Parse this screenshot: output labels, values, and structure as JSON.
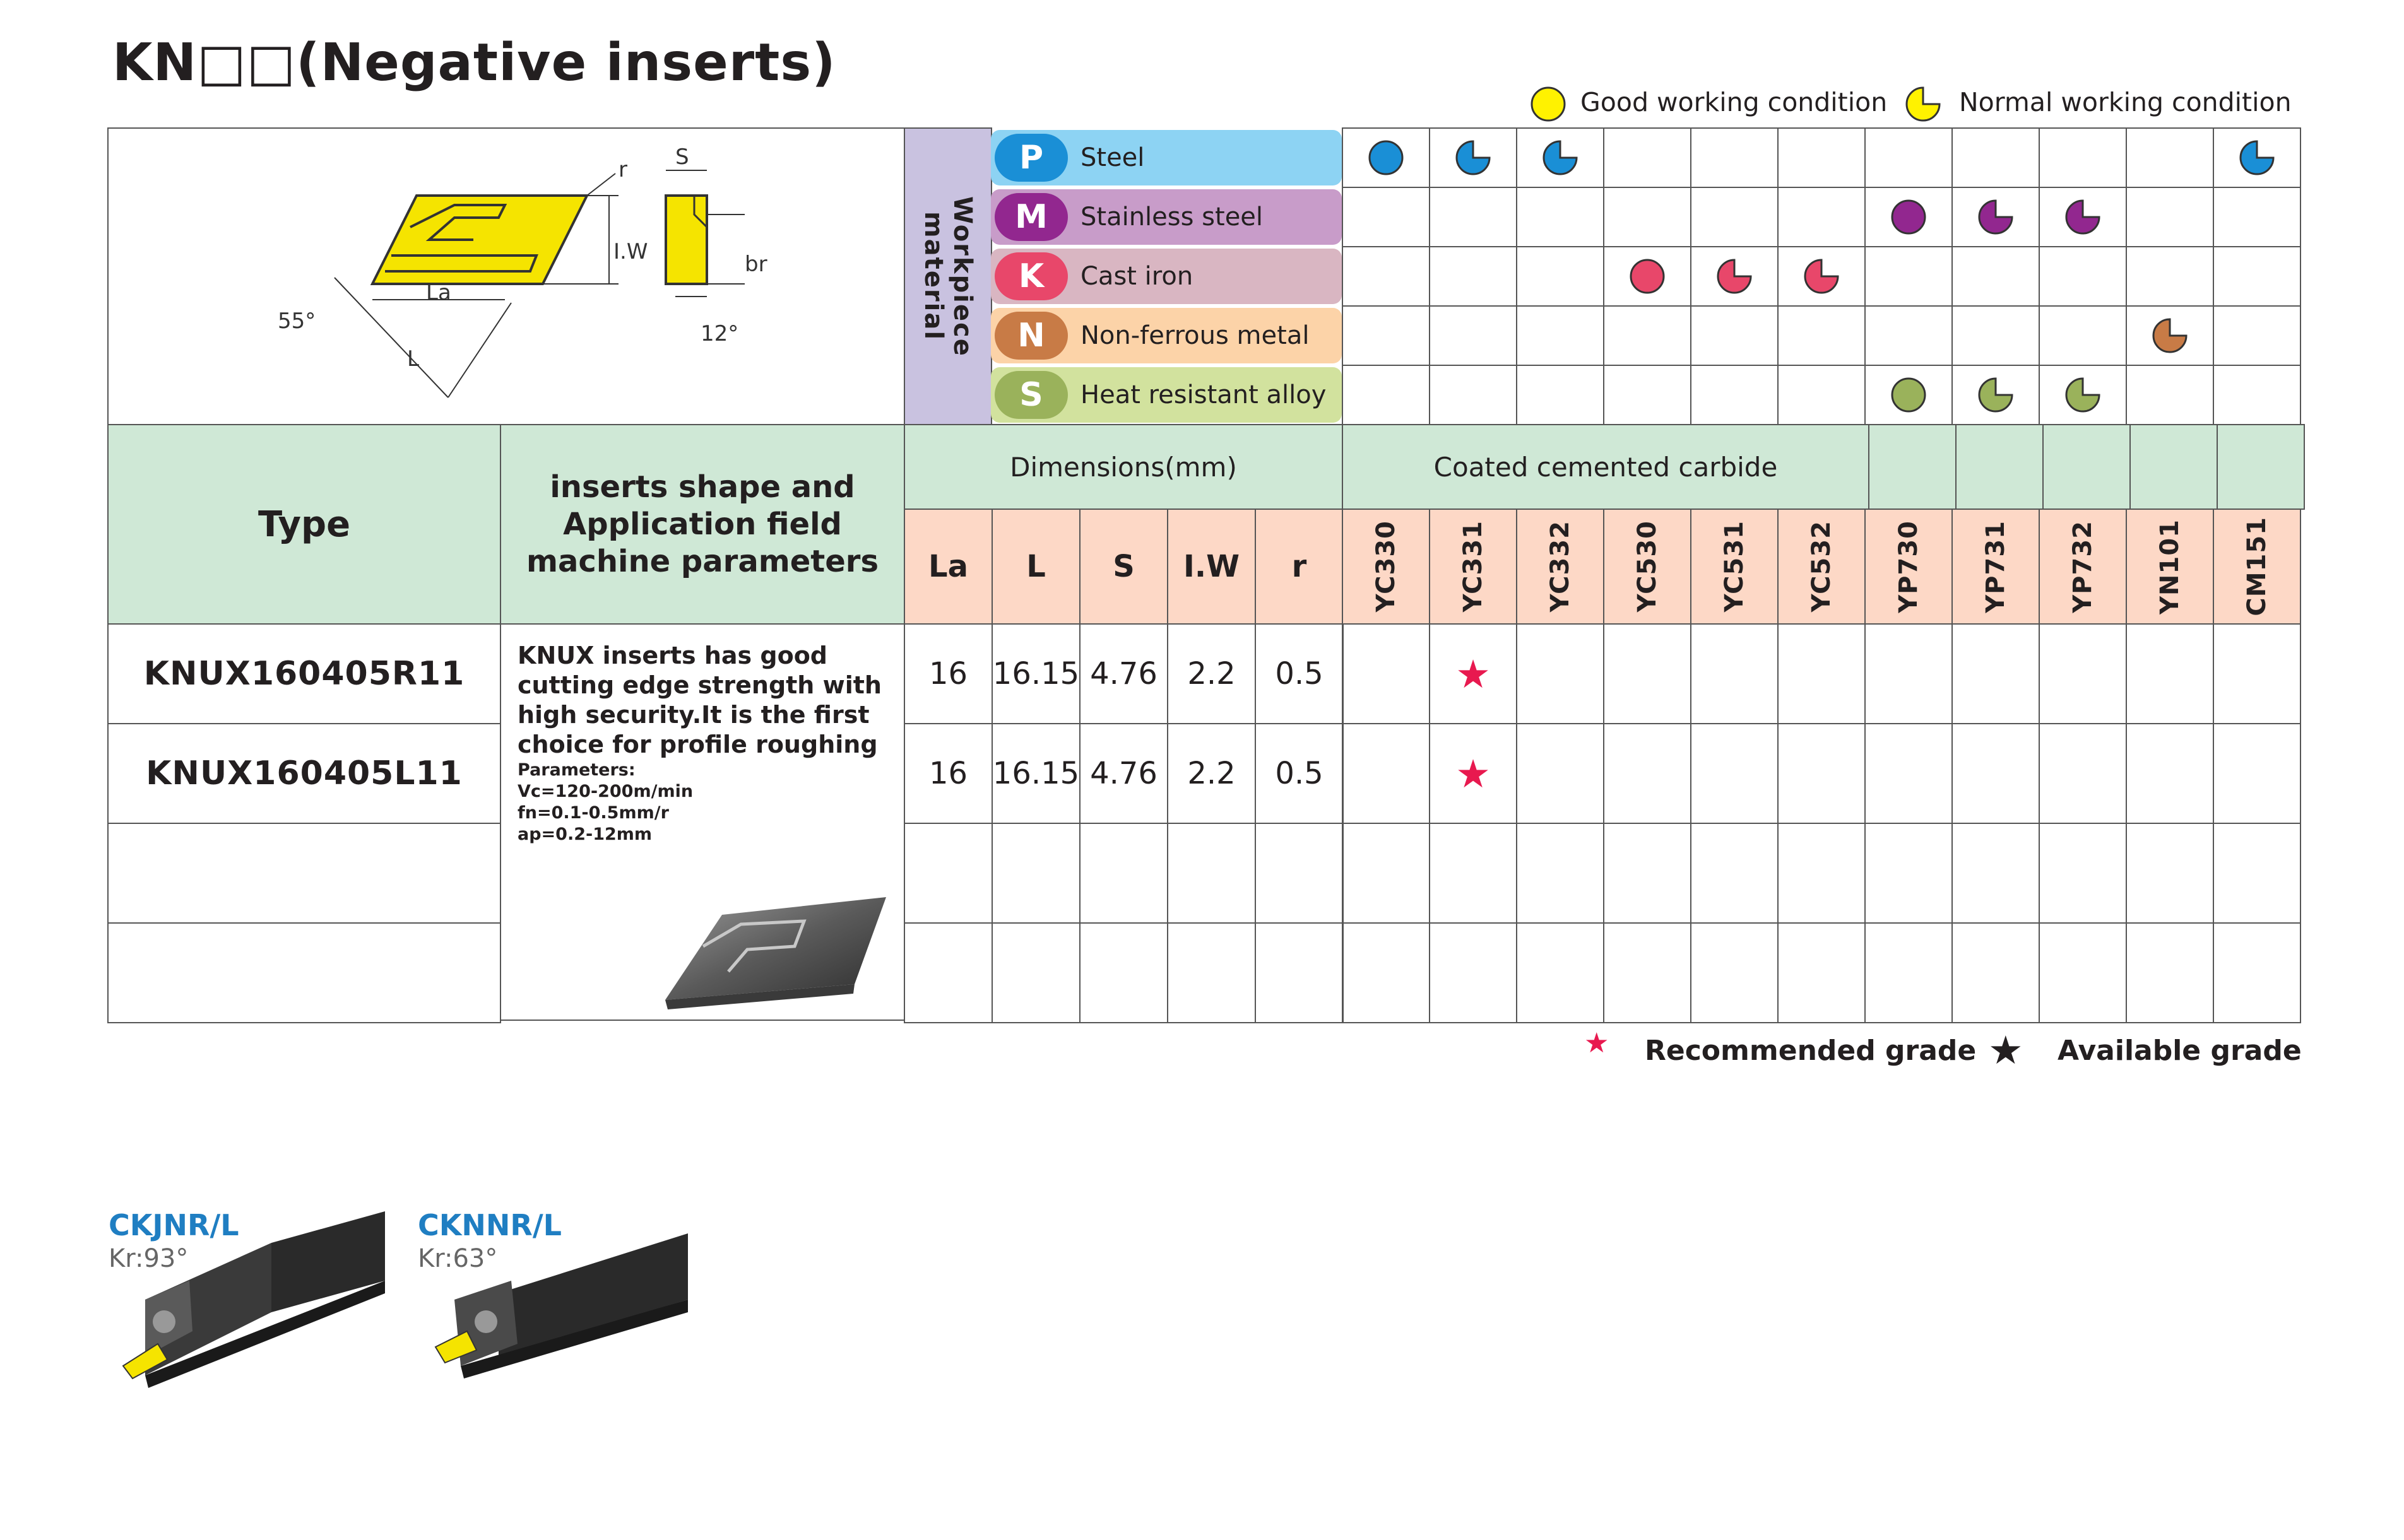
{
  "title": "KN□□(Negative inserts)",
  "legend": {
    "good": "Good working condition",
    "normal": "Normal working condition"
  },
  "drawing_labels": {
    "s": "S",
    "r": "r",
    "iw": "I.W",
    "br": "br",
    "la": "La",
    "l": "L",
    "angle55": "55°",
    "angle12": "12°"
  },
  "workpiece_material_label": "Workpiece material",
  "materials": [
    {
      "code": "P",
      "name": "Steel",
      "color": "#1a8fd6",
      "bg": "#8dd3f3"
    },
    {
      "code": "M",
      "name": "Stainless steel",
      "color": "#92278f",
      "bg": "#c89cc9"
    },
    {
      "code": "K",
      "name": "Cast iron",
      "color": "#e8476a",
      "bg": "#d9b6c2"
    },
    {
      "code": "N",
      "name": "Non-ferrous metal",
      "color": "#c87b46",
      "bg": "#fcd3a8"
    },
    {
      "code": "S",
      "name": "Heat resistant alloy",
      "color": "#9ab25b",
      "bg": "#d2e29e"
    }
  ],
  "headers": {
    "type": "Type",
    "shape": "inserts shape and Application field machine parameters",
    "dimensions": "Dimensions(mm)",
    "coated": "Coated cemented carbide",
    "dim_cols": [
      "La",
      "L",
      "S",
      "I.W",
      "r"
    ],
    "grades": [
      "YC330",
      "YC331",
      "YC332",
      "YC530",
      "YC531",
      "YC532",
      "YP730",
      "YP731",
      "YP732",
      "YN101",
      "CM151"
    ]
  },
  "suitability": [
    [
      "good",
      "normal",
      "normal",
      "",
      "",
      "",
      "",
      "",
      "",
      "",
      "normal"
    ],
    [
      "",
      "",
      "",
      "",
      "",
      "",
      "good",
      "normal",
      "normal",
      "",
      ""
    ],
    [
      "",
      "",
      "",
      "good",
      "normal",
      "normal",
      "",
      "",
      "",
      "",
      ""
    ],
    [
      "",
      "",
      "",
      "",
      "",
      "",
      "",
      "",
      "",
      "normal",
      ""
    ],
    [
      "",
      "",
      "",
      "",
      "",
      "",
      "good",
      "normal",
      "normal",
      "",
      ""
    ]
  ],
  "rows": [
    {
      "type": "KNUX160405R11",
      "La": "16",
      "L": "16.15",
      "S": "4.76",
      "IW": "2.2",
      "r": "0.5",
      "recommended_grade": "YC331"
    },
    {
      "type": "KNUX160405L11",
      "La": "16",
      "L": "16.15",
      "S": "4.76",
      "IW": "2.2",
      "r": "0.5",
      "recommended_grade": "YC331"
    }
  ],
  "description": "KNUX inserts  has good cutting edge strength with high security.It is the first choice for profile roughing",
  "parameters": {
    "heading": "Parameters:",
    "vc": "Vc=120-200m/min",
    "fn": "fn=0.1-0.5mm/r",
    "ap": "ap=0.2-12mm"
  },
  "footer": {
    "recommended": "Recommended grade",
    "available": "Available grade",
    "recommended_color": "#e8194f",
    "available_color": "#231f20"
  },
  "holders": [
    {
      "name": "CKJNR/L",
      "kr": "Kr:93°"
    },
    {
      "name": "CKNNR/L",
      "kr": "Kr:63°"
    }
  ]
}
